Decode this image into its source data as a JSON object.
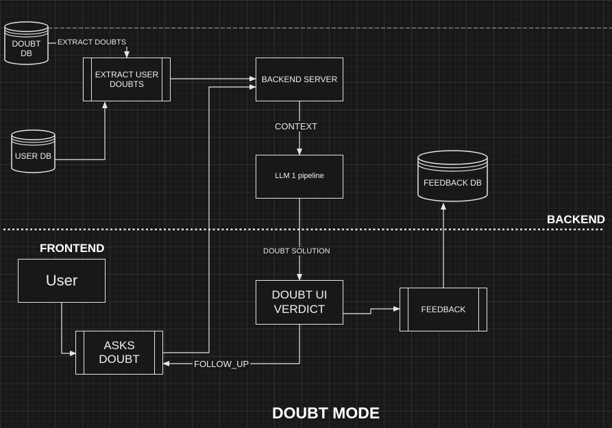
{
  "title": "DOUBT MODE",
  "zones": {
    "backend": "BACKEND",
    "frontend": "FRONTEND"
  },
  "nodes": {
    "doubt_db": [
      "DOUBT",
      "DB"
    ],
    "user_db": "USER DB",
    "extract_user_doubts": [
      "EXTRACT USER",
      "DOUBTS"
    ],
    "backend_server": "BACKEND SERVER",
    "llm_pipeline": "LLM 1 pipeline",
    "feedback_db": "FEEDBACK DB",
    "user": "User",
    "asks_doubt": [
      "ASKS",
      "DOUBT"
    ],
    "doubt_ui_verdict": [
      "DOUBT UI",
      "VERDICT"
    ],
    "feedback": "FEEDBACK"
  },
  "edges": {
    "extract_doubts": "EXTRACT DOUBTS",
    "context": "CONTEXT",
    "doubt_solution": "DOUBT SOLUTION",
    "follow_up": "FOLLOW_UP"
  },
  "colors": {
    "background": "#181818",
    "stroke": "#e6e6e6",
    "text": "#f0f0f0"
  }
}
